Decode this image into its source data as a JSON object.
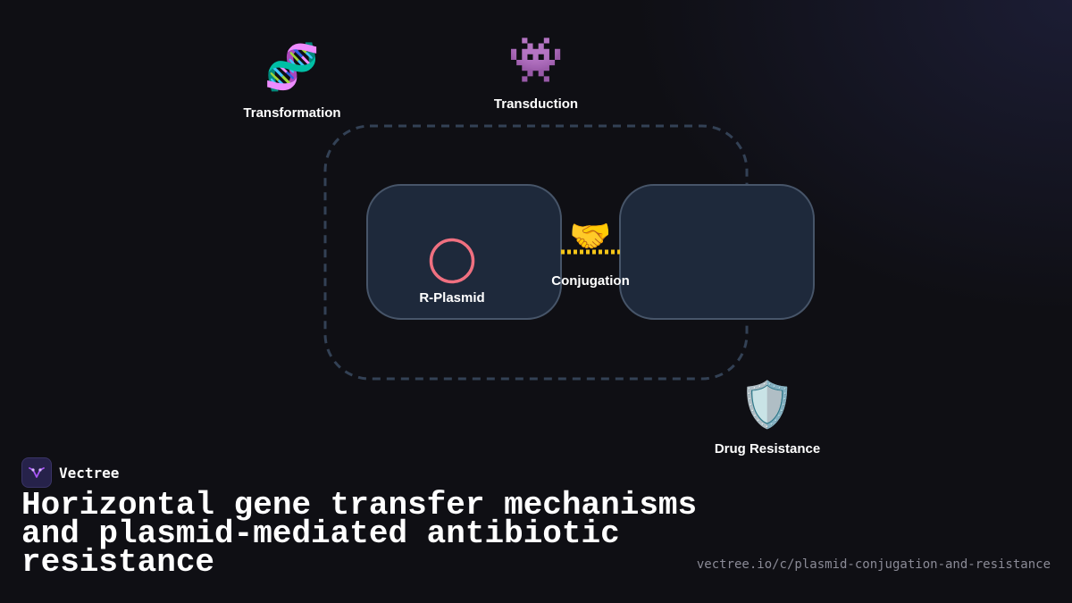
{
  "diagram": {
    "nodes": {
      "transformation": {
        "label": "Transformation",
        "icon": "dna-icon",
        "glyph": "🧬"
      },
      "transduction": {
        "label": "Transduction",
        "icon": "alien-monster-icon",
        "glyph": "👾"
      },
      "r_plasmid": {
        "label": "R-Plasmid",
        "icon": "plasmid-ring-icon"
      },
      "conjugation": {
        "label": "Conjugation",
        "icon": "handshake-icon",
        "glyph": "🤝"
      },
      "drug_resistance": {
        "label": "Drug Resistance",
        "icon": "shield-icon",
        "glyph": "🛡️"
      }
    },
    "colors": {
      "cell_fill": "#1e293b",
      "cell_stroke": "#475569",
      "boundary_dash": "#334155",
      "plasmid_ring": "#f07080",
      "pilus": "#f5c518"
    }
  },
  "brand": {
    "name": "Vectree",
    "icon": "vectree-logo-icon"
  },
  "title": "Horizontal gene transfer mechanisms and plasmid-mediated antibiotic resistance",
  "url": "vectree.io/c/plasmid-conjugation-and-resistance"
}
